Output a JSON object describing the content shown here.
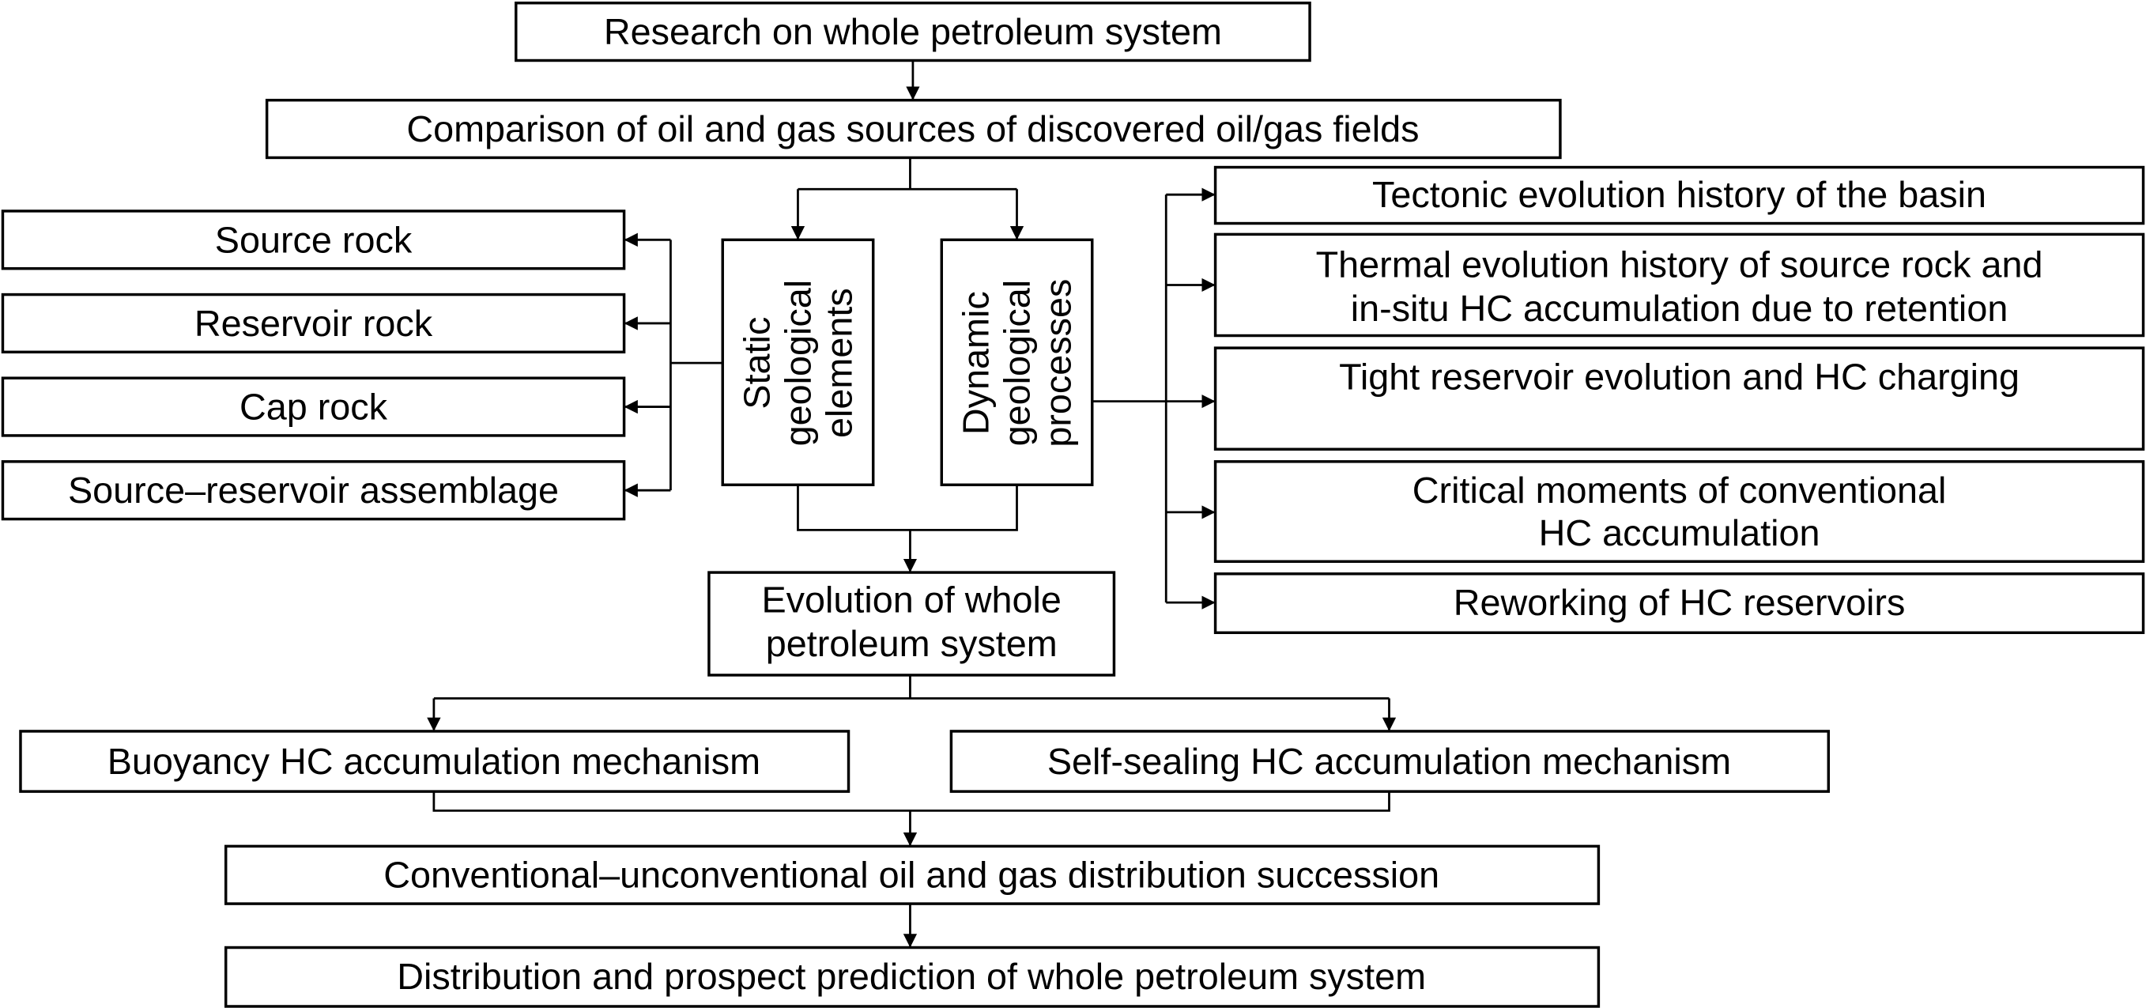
{
  "nodes": {
    "research": "Research on whole petroleum system",
    "comparison": "Comparison of oil and gas sources of discovered oil/gas fields",
    "source_rock": "Source rock",
    "reservoir_rock": "Reservoir rock",
    "cap_rock": "Cap rock",
    "source_reservoir": "Source–reservoir assemblage",
    "static": [
      "Static",
      "geological",
      "elements"
    ],
    "dynamic": [
      "Dynamic",
      "geological",
      "processes"
    ],
    "tectonic": "Tectonic evolution history of the basin",
    "thermal": [
      "Thermal evolution history of source rock and",
      "in-situ HC accumulation due to retention"
    ],
    "tight": "Tight reservoir evolution and HC charging",
    "critical": [
      "Critical moments of conventional",
      "HC accumulation"
    ],
    "reworking": "Reworking of HC reservoirs",
    "evolution": [
      "Evolution of whole",
      "petroleum system"
    ],
    "buoyancy": "Buoyancy HC accumulation mechanism",
    "self_sealing": "Self-sealing HC accumulation mechanism",
    "conventional": "Conventional–unconventional oil and gas distribution succession",
    "distribution": "Distribution and prospect prediction of whole petroleum system"
  }
}
